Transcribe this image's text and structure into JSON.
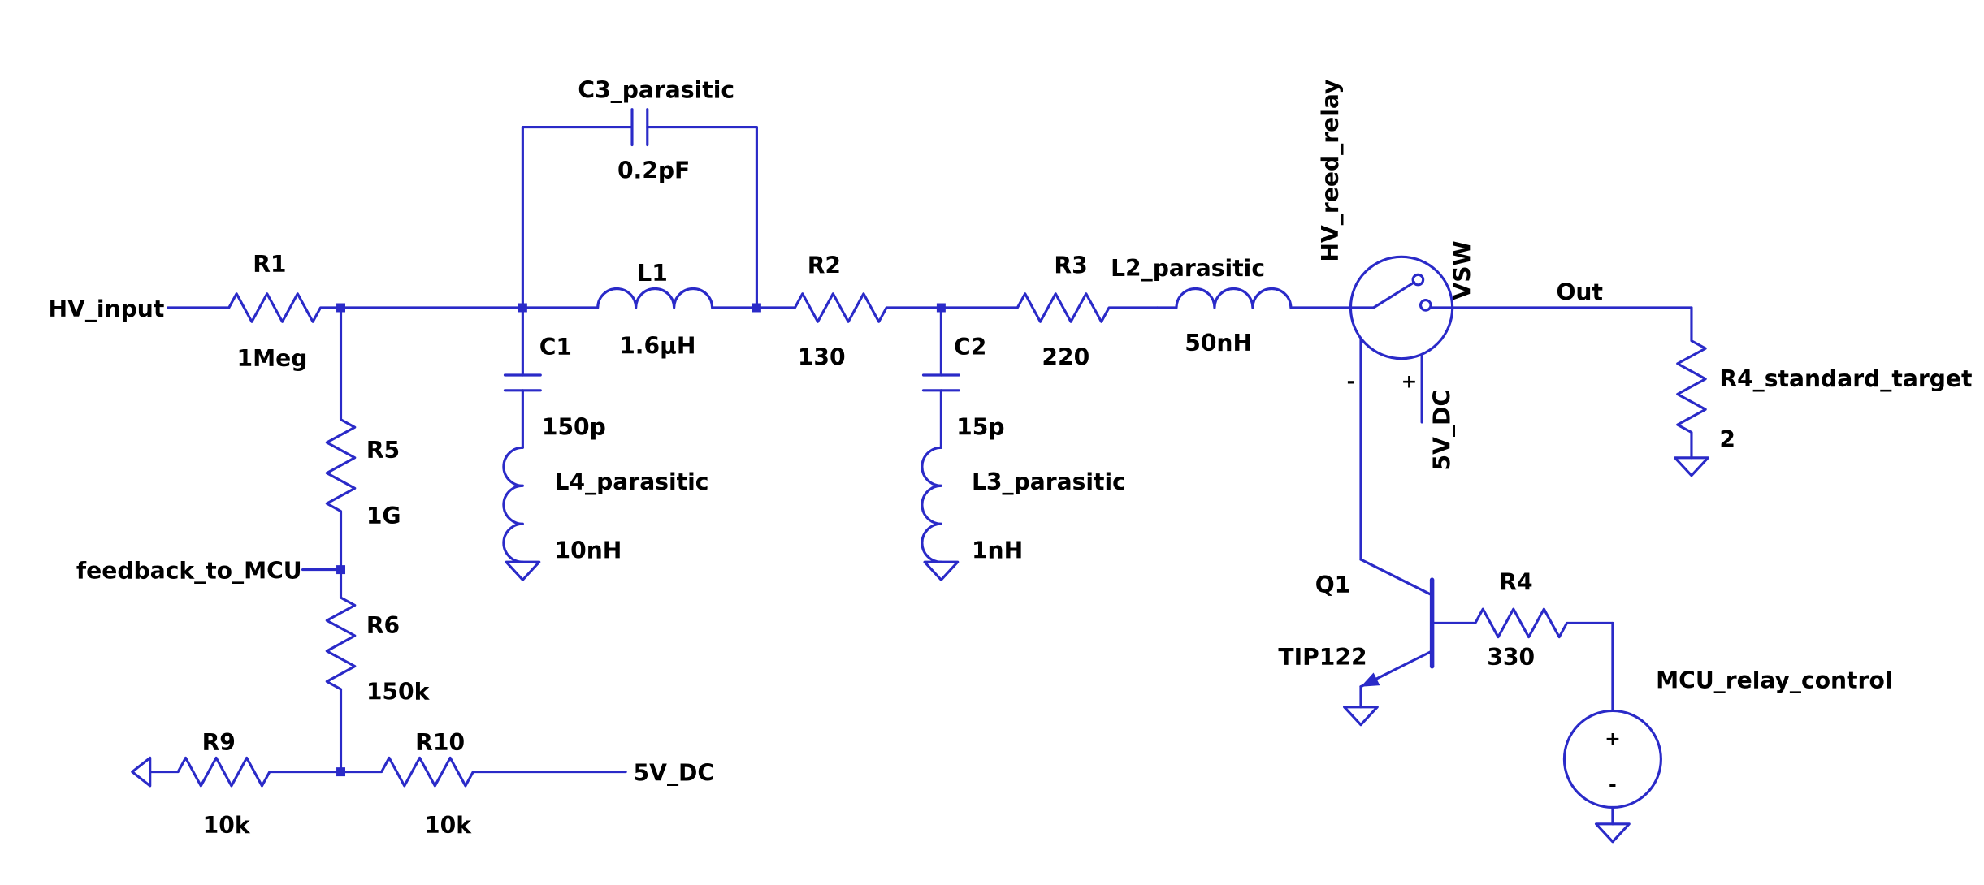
{
  "colors": {
    "wire": "#2a2ac8",
    "text": "#000000",
    "canvas": "#ffffff"
  },
  "nets": {
    "hv_input": "HV_input",
    "feedback": "feedback_to_MCU",
    "v5_bottom": "5V_DC",
    "v5_relay": "5V_DC",
    "out": "Out"
  },
  "components": {
    "r1": {
      "name": "R1",
      "value": "1Meg"
    },
    "r5": {
      "name": "R5",
      "value": "1G"
    },
    "r6": {
      "name": "R6",
      "value": "150k"
    },
    "r9": {
      "name": "R9",
      "value": "10k"
    },
    "r10": {
      "name": "R10",
      "value": "10k"
    },
    "c3": {
      "name": "C3_parasitic",
      "value": "0.2pF"
    },
    "c1": {
      "name": "C1",
      "value": "150p"
    },
    "l4": {
      "name": "L4_parasitic",
      "value": "10nH"
    },
    "l1": {
      "name": "L1",
      "value": "1.6µH"
    },
    "r2": {
      "name": "R2",
      "value": "130"
    },
    "c2": {
      "name": "C2",
      "value": "15p"
    },
    "l3": {
      "name": "L3_parasitic",
      "value": "1nH"
    },
    "r3": {
      "name": "R3",
      "value": "220"
    },
    "l2": {
      "name": "L2_parasitic",
      "value": "50nH"
    },
    "relay": {
      "name": "HV_reed_relay",
      "model": "VSW",
      "coil_plus": "+",
      "coil_minus": "-"
    },
    "q1": {
      "name": "Q1",
      "value": "TIP122"
    },
    "r4": {
      "name": "R4",
      "value": "330"
    },
    "vsource": {
      "name": "MCU_relay_control",
      "plus": "+",
      "minus": "-"
    },
    "rtarget": {
      "name": "R4_standard_target",
      "value": "2"
    }
  }
}
